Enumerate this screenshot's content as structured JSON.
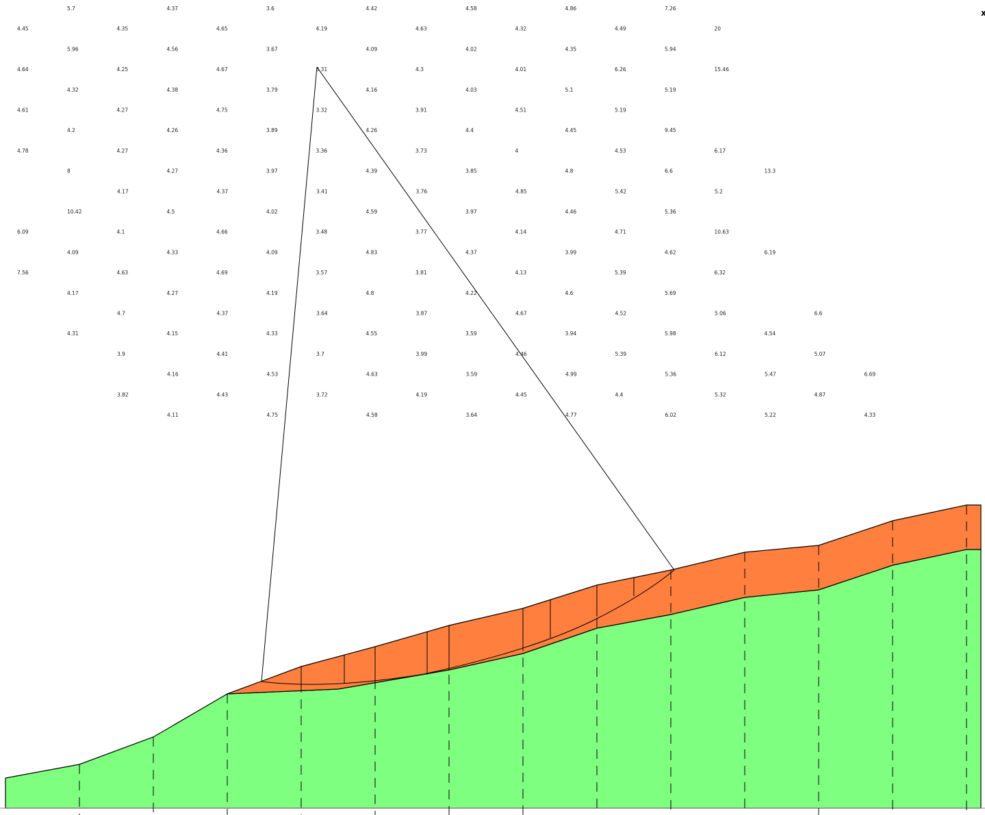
{
  "axis": {
    "x_label": "x"
  },
  "colors": {
    "upper_layer": "#ff7f3f",
    "lower_layer": "#7fff7f",
    "outline": "#000000"
  },
  "grid_values": [
    [
      "5.7",
      "4.37",
      "3.6",
      "4.42",
      "4.58",
      "4.86",
      "7.26"
    ],
    [
      "4.45",
      "4.35",
      "4.65",
      "4.19",
      "4.63",
      "4.32",
      "4.49",
      "20"
    ],
    [
      "5.96",
      "4.56",
      "3.67",
      "4.09",
      "4.02",
      "4.35",
      "5.94"
    ],
    [
      "4.64",
      "4.25",
      "4.67",
      "3.31",
      "4.3",
      "4.01",
      "6.26",
      "15.46"
    ],
    [
      "4.32",
      "4.38",
      "3.79",
      "4.16",
      "4.03",
      "5.1",
      "5.19"
    ],
    [
      "4.61",
      "4.27",
      "4.75",
      "3.32",
      "3.91",
      "4.51",
      "5.19"
    ],
    [
      "4.2",
      "4.26",
      "3.89",
      "4.26",
      "4.4",
      "4.45",
      "9.45"
    ],
    [
      "4.78",
      "4.27",
      "4.36",
      "3.36",
      "3.73",
      "4",
      "4.53",
      "6.17"
    ],
    [
      "8",
      "4.27",
      "3.97",
      "4.39",
      "3.85",
      "4.8",
      "6.6",
      "13.3"
    ],
    [
      "4.17",
      "4.37",
      "3.41",
      "3.76",
      "4.85",
      "5.42",
      "5.2"
    ],
    [
      "10.42",
      "4.5",
      "4.02",
      "4.59",
      "3.97",
      "4.46",
      "5.36"
    ],
    [
      "6.09",
      "4.1",
      "4.66",
      "3.48",
      "3.77",
      "4.14",
      "4.71",
      "10.63"
    ],
    [
      "4.09",
      "4.33",
      "4.09",
      "4.83",
      "4.37",
      "3.99",
      "4.62",
      "6.19"
    ],
    [
      "7.56",
      "4.63",
      "4.69",
      "3.57",
      "3.81",
      "4.13",
      "5.39",
      "6.32"
    ],
    [
      "4.17",
      "4.27",
      "4.19",
      "4.8",
      "4.22",
      "4.6",
      "5.69"
    ],
    [
      "4.7",
      "4.37",
      "3.64",
      "3.87",
      "4.67",
      "4.52",
      "5.06",
      "6.6"
    ],
    [
      "4.31",
      "4.15",
      "4.33",
      "4.55",
      "3.59",
      "3.94",
      "5.98",
      "4.54"
    ],
    [
      "3.9",
      "4.41",
      "3.7",
      "3.99",
      "4.46",
      "5.39",
      "6.12",
      "5.07"
    ],
    [
      "4.16",
      "4.53",
      "4.63",
      "3.59",
      "4.99",
      "5.36",
      "5.47",
      "6.69"
    ],
    [
      "3.82",
      "4.43",
      "3.72",
      "4.19",
      "4.45",
      "4.4",
      "5.32",
      "4.87"
    ],
    [
      "4.11",
      "4.75",
      "4.58",
      "3.64",
      "4.77",
      "6.02",
      "5.22",
      "4.33"
    ]
  ]
}
